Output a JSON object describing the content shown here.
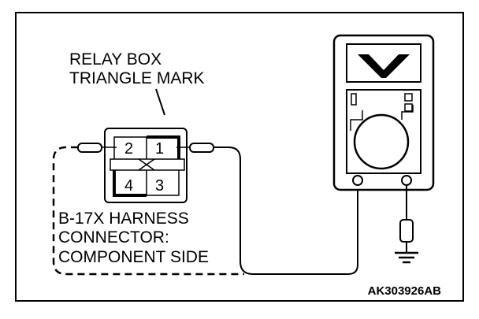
{
  "labels": {
    "relay_box_line1": "RELAY BOX",
    "relay_box_line2": "TRIANGLE MARK",
    "harness_line1": "B-17X HARNESS",
    "harness_line2": "CONNECTOR:",
    "harness_line3": "COMPONENT SIDE",
    "figure_code": "AK303926AB"
  },
  "connector": {
    "pins": [
      "2",
      "1",
      "4",
      "3"
    ]
  },
  "meter": {
    "display_symbol": "V"
  }
}
